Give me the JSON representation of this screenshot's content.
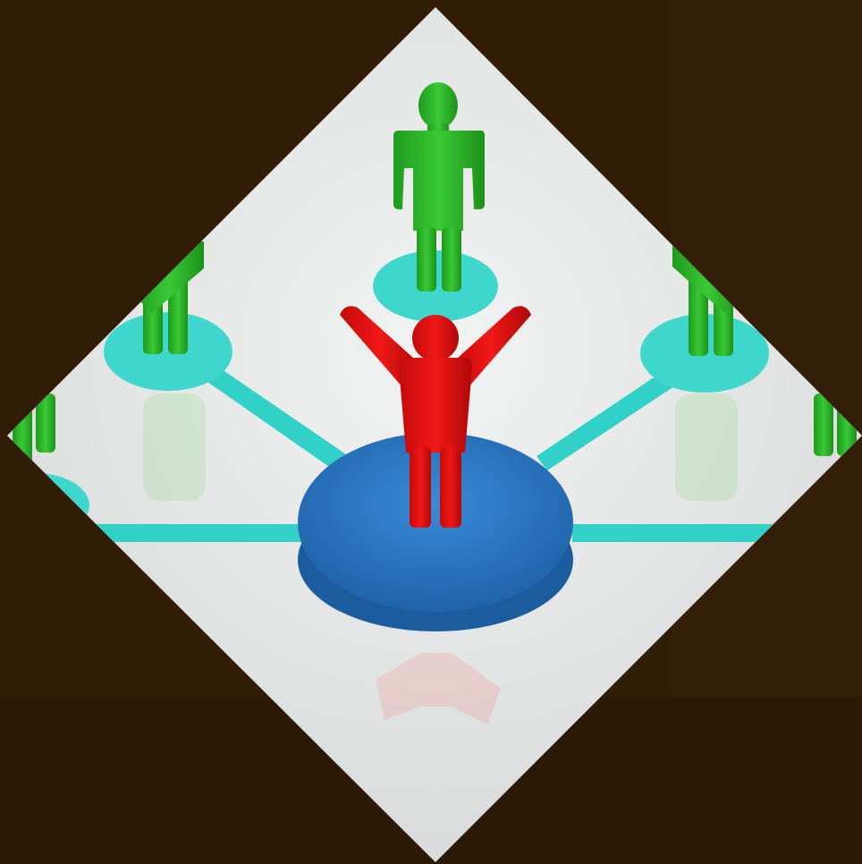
{
  "image": {
    "subject": "network-hub-illustration",
    "background_color": "#2e1b05",
    "panel_color": "#e4e6e5",
    "hub_color": "#2a78c4",
    "center_figure_color": "#e01010",
    "peer_figure_color": "#2fb62c",
    "node_pad_color": "#3fd6cc",
    "link_color": "#31d1c8",
    "peer_count": 5,
    "center_pose": "arms-raised"
  }
}
